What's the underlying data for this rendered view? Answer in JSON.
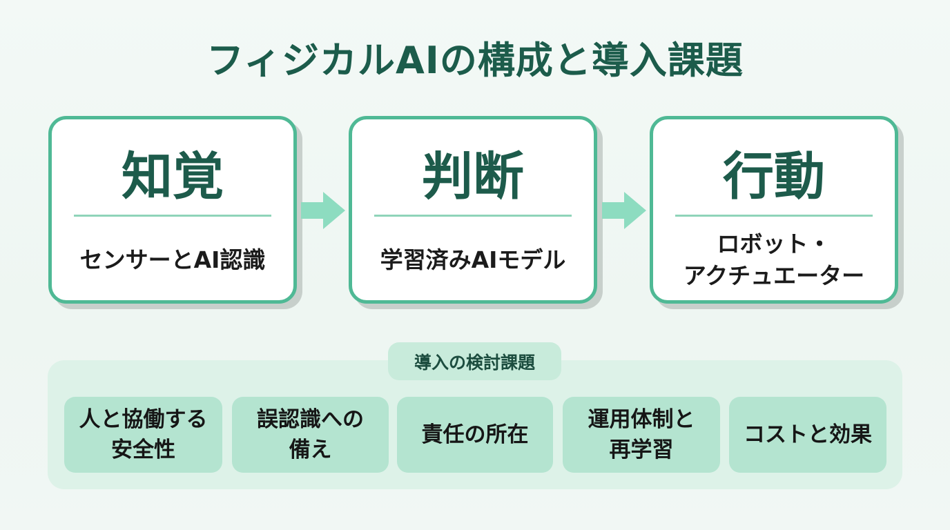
{
  "title": "フィジカルAIの構成と導入課題",
  "steps": [
    {
      "title": "知覚",
      "description": "センサーとAI認識"
    },
    {
      "title": "判断",
      "description": "学習済みAIモデル"
    },
    {
      "title": "行動",
      "description": "ロボット・\nアクチュエーター"
    }
  ],
  "issues": {
    "label": "導入の検討課題",
    "items": [
      "人と協働する\n安全性",
      "誤認識への\n備え",
      "責任の所在",
      "運用体制と\n再学習",
      "コストと効果"
    ]
  },
  "colors": {
    "title": "#1c5c4b",
    "card_border": "#4fb995",
    "arrow": "#8ddcc0",
    "panel_bg": "#ddf2e8",
    "label_bg": "#c8ebdb",
    "issue_bg": "#b4e4d0"
  }
}
